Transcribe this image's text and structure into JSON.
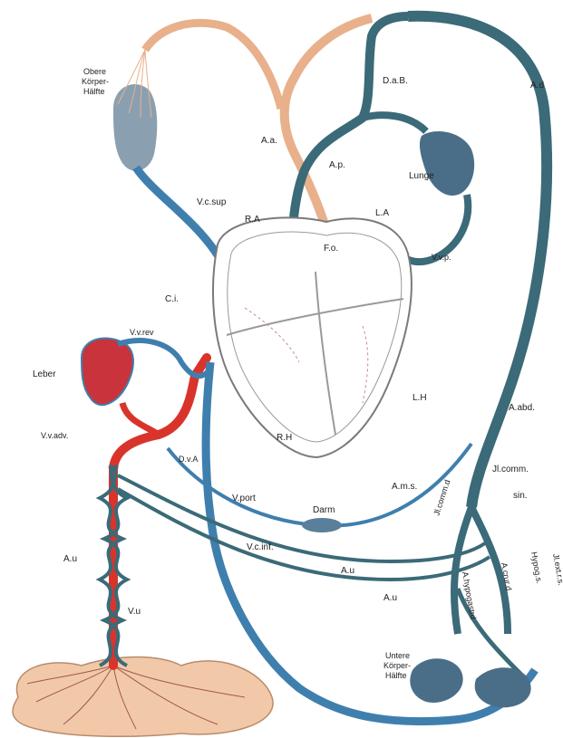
{
  "colors": {
    "arterial": "#d9342b",
    "venous": "#3f7fae",
    "mixed": "#3b6a78",
    "pulmonary_artery": "#e9b08c",
    "heart_outline": "#7a7a7a",
    "placenta": "#f2c9a8"
  },
  "labels": {
    "obere": "Obere",
    "korper_top": "Körper-",
    "halfte_top": "Hälfte",
    "dab": "D.a.B.",
    "ad": "A.d",
    "aa": "A.a.",
    "ap": "A.p.",
    "lunge": "Lunge",
    "vcsup": "V.c.sup",
    "ra": "R.A",
    "la": "L.A",
    "fo": "F.o.",
    "vvp": "V.v.p.",
    "ci": "C.i.",
    "vvrev": "V.v.rev",
    "leber": "Leber",
    "lh": "L.H",
    "rh": "R.H",
    "aabd": "A.abd.",
    "vvadv": "V.v.adv.",
    "dva": "D.v.A",
    "jlcomm_d": "Jl.comm.d",
    "jlcomm_sin": "Jl.comm.",
    "sin": "sin.",
    "ams": "A.m.s.",
    "vport": "V.port",
    "darm": "Darm",
    "vcinf": "V.c.inf.",
    "au_left": "A.u",
    "au_mid1": "A.u",
    "au_mid2": "A.u",
    "vu": "V.u",
    "ahypog": "A.hypogastrd",
    "acrurd": "A.crur.d",
    "hypogs": "Hypog.s.",
    "jlextr": "Jl.ext.r.s.",
    "untere": "Untere",
    "korper_bottom": "Körper-",
    "halfte_bottom": "Hälfte"
  }
}
